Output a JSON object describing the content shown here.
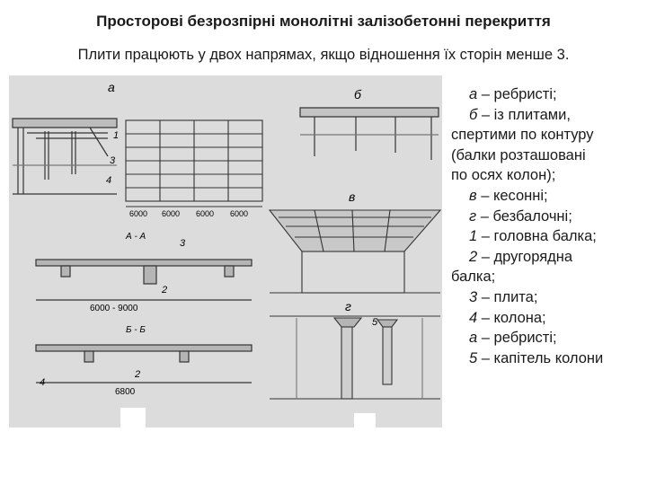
{
  "title": "Просторові безрозпірні монолітні залізобетонні перекриття",
  "subtitle": "Плити працюють у двох напрямах, якщо відношення їх сторін менше 3.",
  "figure": {
    "label_a": "а",
    "label_b": "б",
    "label_v": "в",
    "label_g": "г",
    "section_aa": "А - А",
    "section_bb": "Б - Б",
    "dim_6000": "6000",
    "dim_range": "6000 - 9000",
    "dim_6800": "6800",
    "num_1": "1",
    "num_2": "2",
    "num_3": "3",
    "num_4": "4",
    "num_5": "5"
  },
  "legend": [
    {
      "letter": "а",
      "text": " – ребристі;",
      "indent": true
    },
    {
      "letter": "б",
      "text": " – із плитами,",
      "indent": true
    },
    {
      "letter": "",
      "text": "спертими по контуру",
      "indent": false
    },
    {
      "letter": "",
      "text": "(балки розташовані",
      "indent": false
    },
    {
      "letter": "",
      "text": "по осях колон);",
      "indent": false
    },
    {
      "letter": "в",
      "text": " – кесонні;",
      "indent": true
    },
    {
      "letter": "г",
      "text": " – безбалочні;",
      "indent": true
    },
    {
      "letter": "1",
      "text": " – головна балка;",
      "indent": true
    },
    {
      "letter": "2",
      "text": " – другорядна",
      "indent": true
    },
    {
      "letter": "",
      "text": "балка;",
      "indent": false
    },
    {
      "letter": "3",
      "text": " – плита;",
      "indent": true
    },
    {
      "letter": "4",
      "text": " – колона;",
      "indent": true
    },
    {
      "letter": "а",
      "text": " – ребристі;",
      "indent": true
    },
    {
      "letter": "5",
      "text": " – капітель колони",
      "indent": true
    }
  ]
}
